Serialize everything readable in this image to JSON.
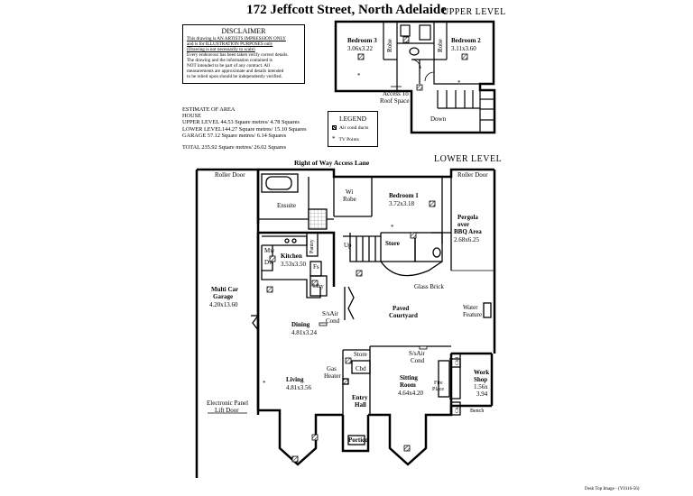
{
  "title": "172 Jeffcott Street, North Adelaide",
  "upper_level_label": "UPPER LEVEL",
  "lower_level_label": "LOWER LEVEL",
  "disclaimer": {
    "title": "DISCLAIMER",
    "lines": [
      "This drawing is AN ARTISTS IMPRESSION ONLY",
      "and is for ILLUSTRATION PURPOSES only",
      "(Drawing is not necessarily to scale)",
      "Every endeavour has been taken verify correct details.",
      "The drawing and the information contained is",
      "NOT intended to be part of any contract.  All",
      "measurements are approximate and details intended",
      "to be relied upon should be independently verified."
    ]
  },
  "area": {
    "heading": "ESTIMATE OF AREA",
    "sub": "HOUSE",
    "upper": "UPPER LEVEL 44.53 Square metres/  4.78 Squares",
    "lower": "LOWER LEVEL144.27 Square metres/  15.10 Squares",
    "garage": "GARAGE 57.12 Square metres/  6.14 Squares",
    "total": "TOTAL 235.92  Square metres/  26.02 Squares"
  },
  "legend": {
    "title": "LEGEND",
    "air": "Air cond ducts",
    "tv": "TV Points",
    "tv_symbol": "*"
  },
  "upper_rooms": {
    "bedroom3": "Bedroom 3",
    "bedroom3_size": "3.06x3.22",
    "bedroom2": "Bedroom 2",
    "bedroom2_size": "3.11x3.60",
    "robe1": "Robe",
    "robe2": "Robe",
    "access": "Access To",
    "roof": "Roof Space",
    "down": "Down"
  },
  "lower_rooms": {
    "right_of_way": "Right of Way Access Lane",
    "roller_door_left": "Roller Door",
    "roller_door_right": "Roller Door",
    "ensuite": "Ensuite",
    "wi": "Wi",
    "wi_robe": "Robe",
    "bedroom1": "Bedroom 1",
    "bedroom1_size": "3.72x3.18",
    "pergola1": "Pergola",
    "pergola2": "over",
    "pergola3": "BBQ Area",
    "pergola_size": "2.68x6.25",
    "up": "Up",
    "store": "Store",
    "pantry": "Pantry",
    "mw": "Mw",
    "dw": "Dw",
    "fs": "Fs",
    "kitchen": "Kitchen",
    "kitchen_size": "3.53x3.50",
    "ldry": "Ldry",
    "glass_brick": "Glass Brick",
    "garage1": "Multi Car",
    "garage2": "Garage",
    "garage_size": "4.20x13.60",
    "ss_air_cond_1a": "S/sAir",
    "ss_air_cond_1b": "Cond",
    "paved1": "Paved",
    "paved2": "Courtyard",
    "water1": "Water",
    "water2": "Feature",
    "dining": "Dining",
    "dining_size": "4.81x3.24",
    "store2": "Store",
    "cbd": "Cbd",
    "ss_air_cond_2a": "S/sAir",
    "ss_air_cond_2b": "Cond",
    "cbd_vert1": "Cbd",
    "cbd_vert2": "Cbd",
    "work1": "Work",
    "work2": "Shop",
    "work_size1": "1.56x",
    "work_size2": "3.94",
    "gas1": "Gas",
    "gas2": "Heater",
    "living": "Living",
    "living_size": "4.81x3.56",
    "sitting1": "Sitting",
    "sitting2": "Room",
    "sitting_size": "4.64x4.20",
    "fire1": "Fire",
    "fire2": "Place",
    "entry": "Entry",
    "hall": "Hall",
    "bench": "Bench",
    "electronic1": "Electronic Panel",
    "electronic2": "Lift  Door",
    "portico": "Portico"
  },
  "footer": "Desk Top Image - (Y0116-56)"
}
